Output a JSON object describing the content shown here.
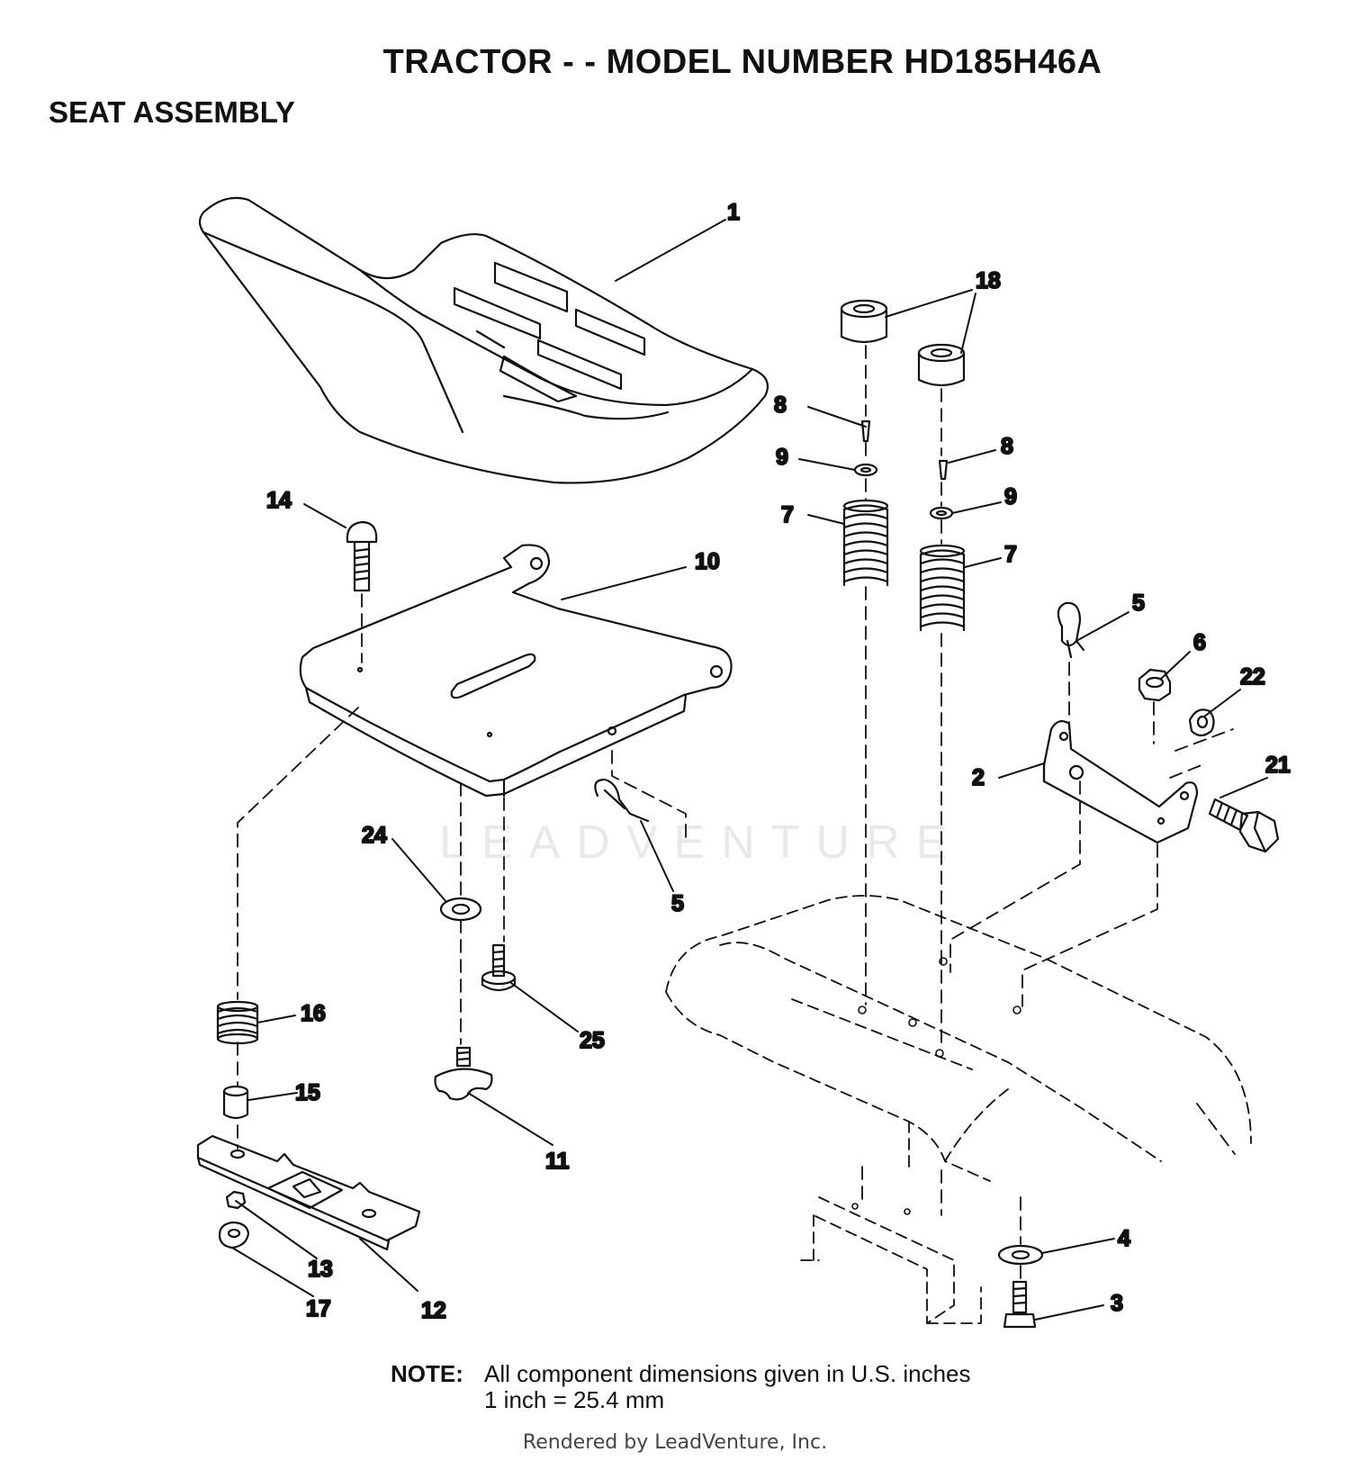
{
  "title": "TRACTOR - - MODEL NUMBER HD185H46A",
  "subtitle": "SEAT ASSEMBLY",
  "note": {
    "label": "NOTE:",
    "line1": "All component dimensions given in U.S. inches",
    "line2": "1 inch = 25.4 mm"
  },
  "rendered_by": "Rendered by LeadVenture, Inc.",
  "watermark": "LEADVENTURE",
  "callouts": {
    "c1": "1",
    "c18": "18",
    "c8a": "8",
    "c8b": "8",
    "c9a": "9",
    "c9b": "9",
    "c7a": "7",
    "c7b": "7",
    "c14": "14",
    "c10": "10",
    "c5a": "5",
    "c5b": "5",
    "c6": "6",
    "c22": "22",
    "c2": "2",
    "c21": "21",
    "c24": "24",
    "c25": "25",
    "c16": "16",
    "c15": "15",
    "c11": "11",
    "c13": "13",
    "c17": "17",
    "c12": "12",
    "c4": "4",
    "c3": "3"
  }
}
